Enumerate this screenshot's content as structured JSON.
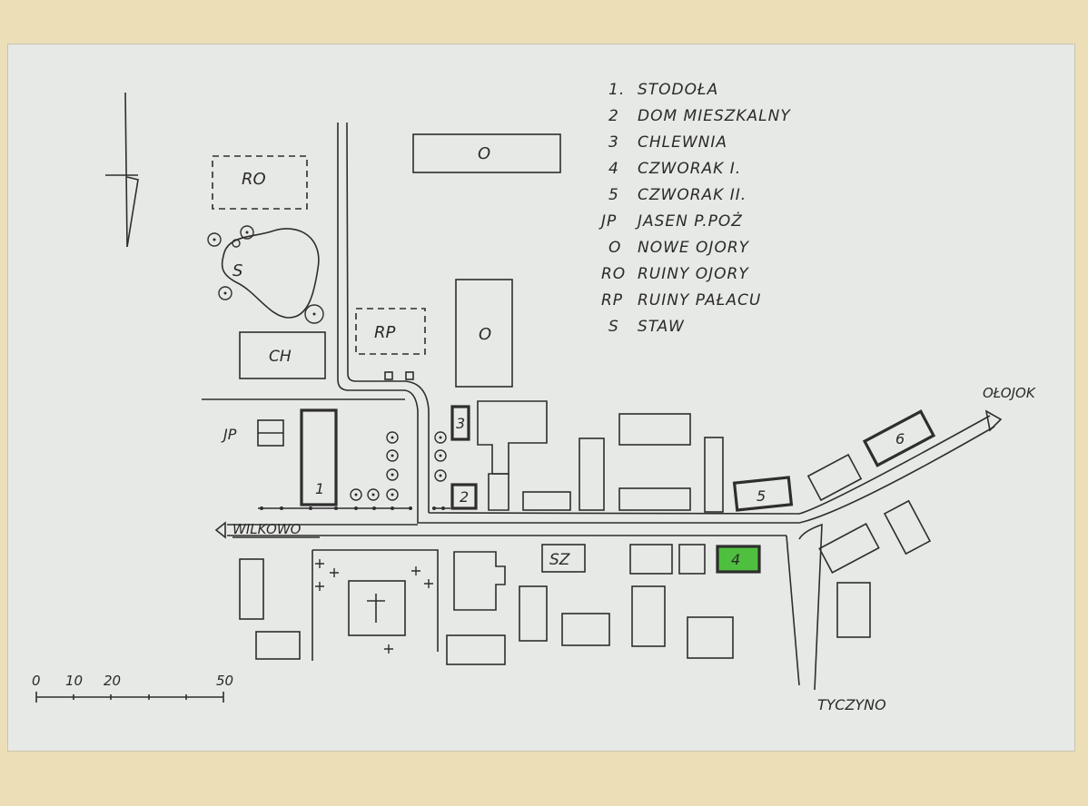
{
  "legend": [
    {
      "key": "1.",
      "text": "STODOŁA"
    },
    {
      "key": "2",
      "text": "DOM  MIESZKALNY"
    },
    {
      "key": "3",
      "text": "CHLEWNIA"
    },
    {
      "key": "4",
      "text": "CZWORAK  I."
    },
    {
      "key": "5",
      "text": "CZWORAK  II."
    },
    {
      "key": "JP",
      "text": "JASEN    P.POŻ"
    },
    {
      "key": "O",
      "text": "NOWE  OJORY"
    },
    {
      "key": "RO",
      "text": "RUINY  OJORY"
    },
    {
      "key": "RP",
      "text": "RUINY  PAŁACU"
    },
    {
      "key": "S",
      "text": "STAW"
    }
  ],
  "places": {
    "olobok": "OŁOJOK",
    "wilkowo": "WILKOWO",
    "tyczyno": "TYCZYNO"
  },
  "labels": {
    "ro": "RO",
    "s": "S",
    "ch": "CH",
    "rp": "RP",
    "jp": "JP",
    "o_top": "O",
    "o_mid": "O",
    "sz": "SZ",
    "b1": "1",
    "b2": "2",
    "b3": "3",
    "b4": "4",
    "b5": "5",
    "b6": "6"
  },
  "scale": {
    "ticks": [
      "0",
      "10",
      "20",
      "50"
    ]
  },
  "colors": {
    "paper": "#e7e9e6",
    "background": "#ecdfb7",
    "ink": "#2e2e2e",
    "highlight_building_4": "#4fbf3f"
  }
}
